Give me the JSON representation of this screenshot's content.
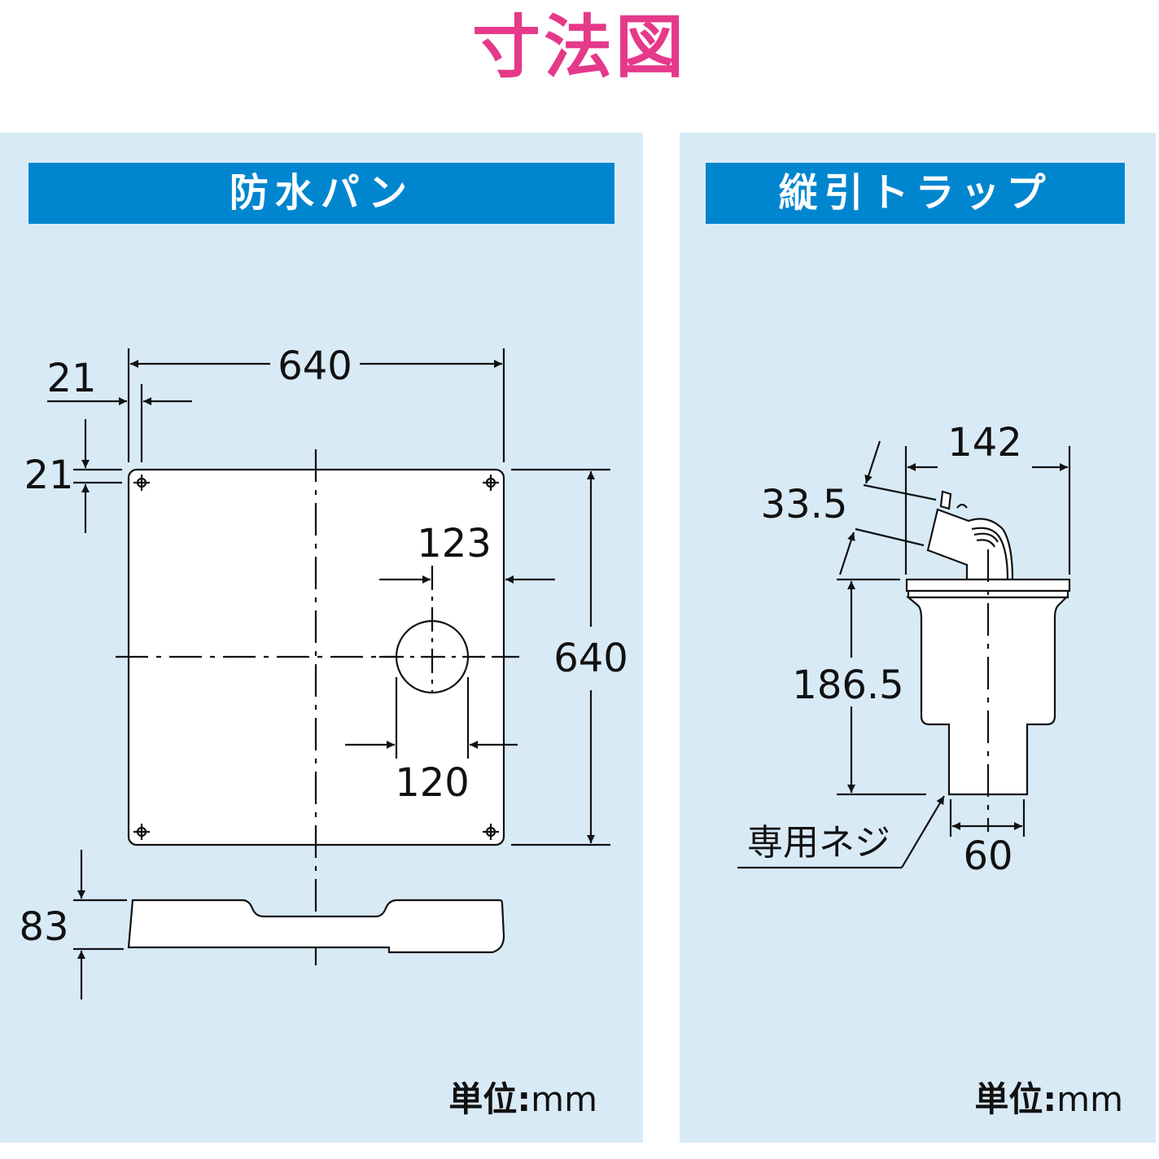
{
  "title": "寸法図",
  "accent_color": "#e5398a",
  "header_color": "#0086cf",
  "panel_color": "#d9eaf7",
  "left_panel": {
    "header": "防水パン",
    "dimensions": {
      "overall_width": "640",
      "overall_depth": "640",
      "hole_offset_x": "21",
      "hole_offset_y": "21",
      "drain_offset": "123",
      "drain_diameter": "120",
      "height": "83"
    },
    "unit_label": "単位",
    "unit_value": "mm"
  },
  "right_panel": {
    "header": "縦引トラップ",
    "dimensions": {
      "top_width": "142",
      "inlet_diameter": "33.5",
      "trap_height": "186.5",
      "outlet_diameter": "60"
    },
    "callout": "専用ネジ",
    "unit_label": "単位",
    "unit_value": "mm"
  }
}
